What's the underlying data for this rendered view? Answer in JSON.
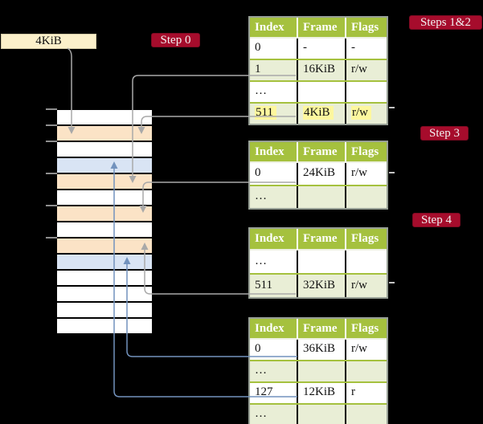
{
  "colors": {
    "bg": "#000000",
    "cream": "#fbf0ca",
    "badge_red": "#a60c2c",
    "header_green": "#a5c13e",
    "row_green": "#e9eed6",
    "peach": "#fbe3c6",
    "light_blue": "#d9e4f4",
    "highlight_yellow": "#fdf79e",
    "connector_gray": "#a9a9a9",
    "connector_blue": "#7292bd",
    "table_border": "#98a096",
    "tick_gray": "#8f8f8f"
  },
  "free_frame_box": {
    "label": "4KiB"
  },
  "badges": {
    "step0": "Step 0",
    "steps12": "Steps 1&2",
    "step3": "Step 3",
    "step4": "Step 4"
  },
  "memory_column": {
    "rows": [
      "white",
      "peach",
      "white",
      "blue",
      "peach",
      "white",
      "peach",
      "white",
      "peach",
      "blue",
      "white",
      "white",
      "white",
      "white"
    ],
    "ticks": [
      135,
      155,
      175,
      215,
      255,
      295
    ]
  },
  "tables": [
    {
      "headers": [
        "Index",
        "Frame",
        "Flags"
      ],
      "rows": [
        {
          "cells": [
            "0",
            "-",
            "-"
          ]
        },
        {
          "cells": [
            "1",
            "16KiB",
            "r/w"
          ]
        },
        {
          "cells": [
            "…",
            "",
            ""
          ]
        },
        {
          "cells": [
            "511",
            "4KiB",
            "r/w"
          ]
        }
      ]
    },
    {
      "headers": [
        "Index",
        "Frame",
        "Flags"
      ],
      "rows": [
        {
          "cells": [
            "0",
            "24KiB",
            "r/w"
          ]
        },
        {
          "cells": [
            "…",
            "",
            ""
          ]
        }
      ]
    },
    {
      "headers": [
        "Index",
        "Frame",
        "Flags"
      ],
      "rows": [
        {
          "cells": [
            "…",
            "",
            ""
          ]
        },
        {
          "cells": [
            "511",
            "32KiB",
            "r/w"
          ]
        }
      ]
    },
    {
      "headers": [
        "Index",
        "Frame",
        "Flags"
      ],
      "rows": [
        {
          "cells": [
            "0",
            "36KiB",
            "r/w"
          ]
        },
        {
          "cells": [
            "…",
            "",
            ""
          ]
        },
        {
          "cells": [
            "127",
            "12KiB",
            "r"
          ]
        },
        {
          "cells": [
            "…",
            "",
            ""
          ]
        }
      ]
    }
  ]
}
